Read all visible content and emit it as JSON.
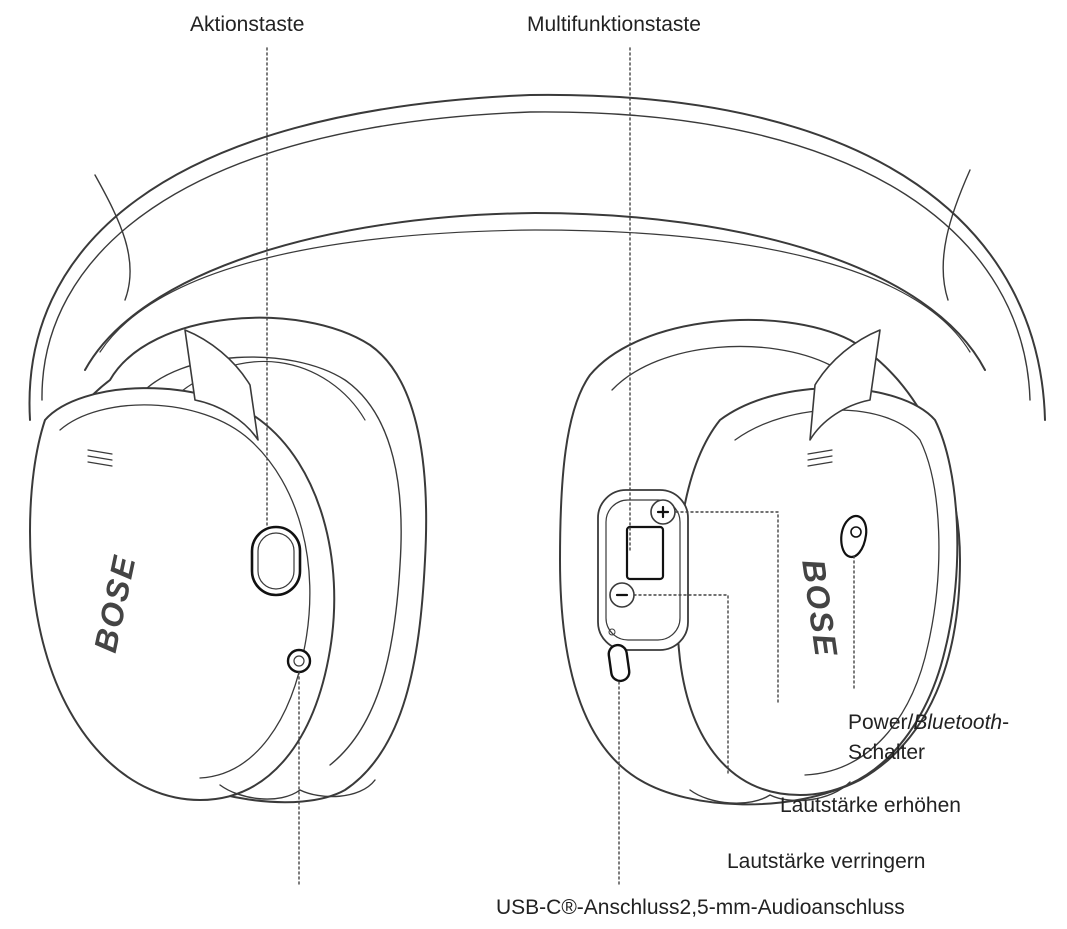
{
  "labels": {
    "action_button": "Aktionstaste",
    "multifunction_button": "Multifunktionstaste",
    "power_prefix": "Power/",
    "power_italic": "Bluetooth",
    "power_suffix": "-",
    "power_line2": "Schalter",
    "volume_up": "Lautstärke erhöhen",
    "volume_down": "Lautstärke verringern",
    "bottom_combined": "USB-C®-Anschluss2,5-mm-Audioanschluss"
  },
  "logo": {
    "text": "BOSE"
  },
  "icons": [
    "plus-icon",
    "minus-icon"
  ],
  "colors": {
    "line": "#333333",
    "text": "#222222",
    "background": "#ffffff"
  }
}
